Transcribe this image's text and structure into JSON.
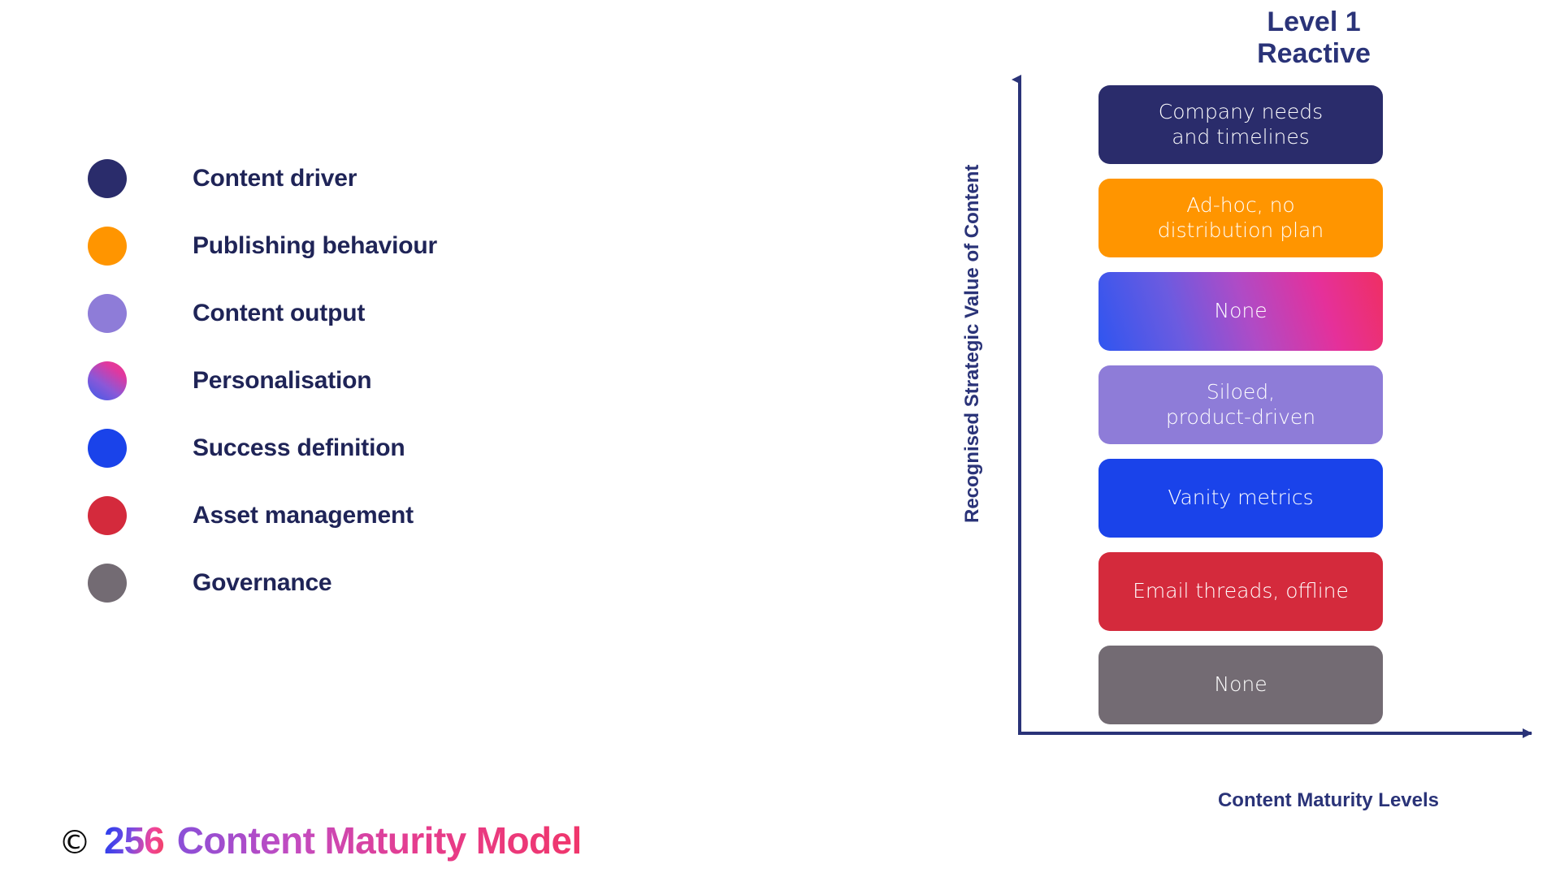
{
  "legend": {
    "items": [
      {
        "label": "Content driver",
        "color": "#2A2C6B",
        "gradient": null
      },
      {
        "label": "Publishing behaviour",
        "color": "#FF9500",
        "gradient": null
      },
      {
        "label": "Content output",
        "color": "#8E7CD8",
        "gradient": null
      },
      {
        "label": "Personalisation",
        "color": "#D63AA8",
        "gradient": "linear-gradient(35deg, #3B5BE8 0%, #8A58D8 40%, #E0389F 75%, #EE3B8D 100%)"
      },
      {
        "label": "Success definition",
        "color": "#1A43EA",
        "gradient": null
      },
      {
        "label": "Asset management",
        "color": "#D42A3C",
        "gradient": null
      },
      {
        "label": "Governance",
        "color": "#736B73",
        "gradient": null
      }
    ]
  },
  "chart_data": {
    "type": "table",
    "title": "Level 1\nReactive",
    "level_number": "Level 1",
    "level_name": "Reactive",
    "xlabel": "Content Maturity Levels",
    "ylabel": "Recognised Strategic Value of Content",
    "categories": [
      "Content driver",
      "Publishing behaviour",
      "Personalisation",
      "Content output",
      "Success definition",
      "Asset management",
      "Governance"
    ],
    "values": [
      "Company needs and timelines",
      "Ad-hoc, no distribution plan",
      "None",
      "Siloed, product-driven",
      "Vanity metrics",
      "Email threads, offline",
      "None"
    ],
    "boxes": [
      {
        "text": "Company needs\nand timelines",
        "category": "Content driver",
        "color": "#2A2C6B",
        "gradient": null
      },
      {
        "text": "Ad-hoc, no\ndistribution plan",
        "category": "Publishing behaviour",
        "color": "#FF9500",
        "gradient": null
      },
      {
        "text": "None",
        "category": "Personalisation",
        "color": "#D63AA8",
        "gradient": "linear-gradient(72deg, #2F55F0 0%, #6B5BE0 28%, #AF4BC6 52%, #E5309A 78%, #EF2F63 100%)"
      },
      {
        "text": "Siloed,\nproduct-driven",
        "category": "Content output",
        "color": "#8E7CD8",
        "gradient": null
      },
      {
        "text": "Vanity metrics",
        "category": "Success definition",
        "color": "#1A43EA",
        "gradient": null
      },
      {
        "text": "Email threads, offline",
        "category": "Asset management",
        "color": "#D42A3C",
        "gradient": null
      },
      {
        "text": "None",
        "category": "Governance",
        "color": "#736B73",
        "gradient": null
      }
    ],
    "grid": false,
    "legend_position": "left",
    "axis_color": "#2A3378"
  },
  "footer": {
    "copyright_symbol": "©",
    "brand_number": "256",
    "brand_title": "Content Maturity Model"
  }
}
